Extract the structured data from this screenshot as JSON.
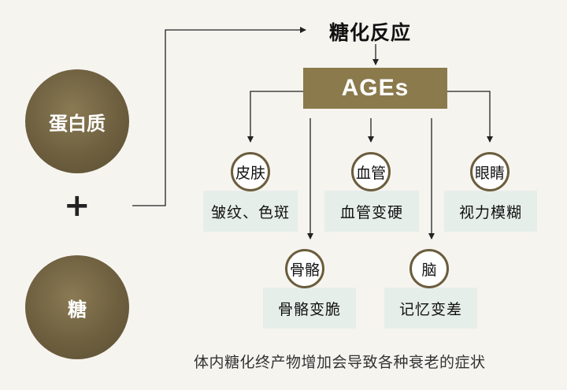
{
  "inputs": {
    "protein": "蛋白质",
    "plus": "+",
    "sugar": "糖"
  },
  "reaction": "糖化反应",
  "ages": "AGEs",
  "organs": [
    {
      "id": "skin",
      "label": "皮肤",
      "effect": "皱纹、色斑"
    },
    {
      "id": "blood-vessel",
      "label": "血管",
      "effect": "血管变硬"
    },
    {
      "id": "eyes",
      "label": "眼睛",
      "effect": "视力模糊"
    },
    {
      "id": "bone",
      "label": "骨骼",
      "effect": "骨骼变脆"
    },
    {
      "id": "brain",
      "label": "脑",
      "effect": "记忆变差"
    }
  ],
  "caption": "体内糖化终产物增加会导致各种衰老的症状",
  "colors": {
    "circle": "#6b5d3d",
    "ages_box": "#8a7a4c",
    "symptom_bg": "#e6eeea",
    "background": "#f6f4ef"
  }
}
